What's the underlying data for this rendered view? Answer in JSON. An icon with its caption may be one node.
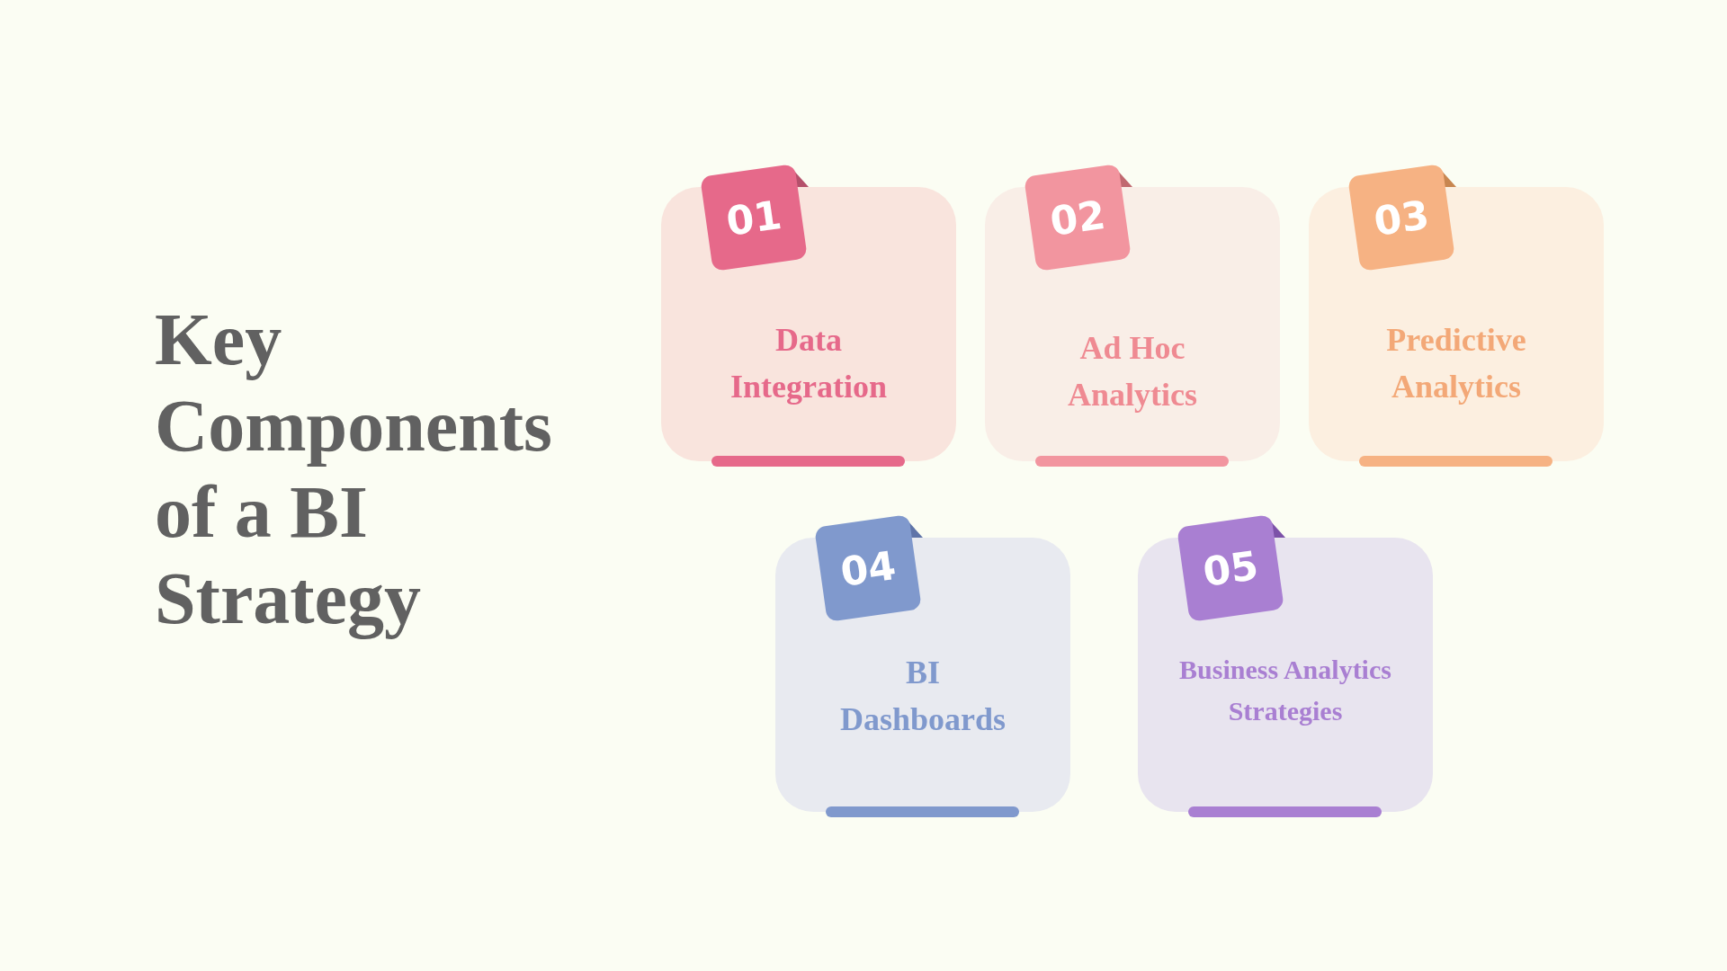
{
  "diagram": {
    "title": "Key Components of a BI Strategy",
    "nodes": [
      {
        "text": [
          "01",
          "Data Integration"
        ]
      },
      {
        "text": [
          "02",
          "Ad Hoc Analytics"
        ]
      },
      {
        "text": [
          "03",
          "Predictive Analytics"
        ]
      },
      {
        "text": [
          "04",
          "BI Dashboards"
        ]
      },
      {
        "text": [
          "05",
          "Business Analytics Strategies"
        ]
      }
    ]
  }
}
